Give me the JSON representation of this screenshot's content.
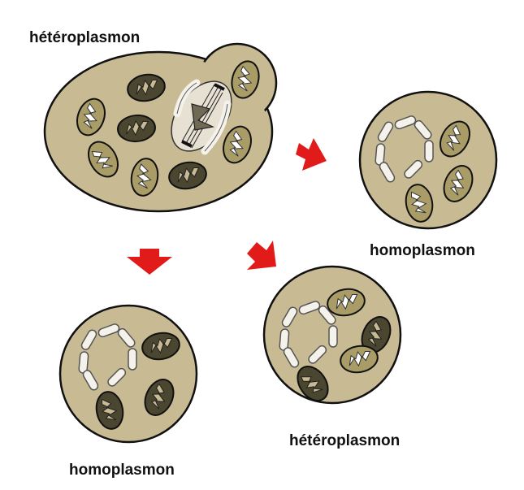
{
  "labels": {
    "parent_cell": "hétéroplasmon",
    "daughter_top_right": "homoplasmon",
    "daughter_bottom_left": "homoplasmon",
    "daughter_bottom_right": "hétéroplasmon"
  },
  "colors": {
    "cell_fill": "#c8bb94",
    "cell_stroke": "#111111",
    "mito_light": "#a99c67",
    "mito_dark": "#4a4630",
    "cristae": "#ffffff",
    "chromosome": "#f4f2ea",
    "arrow": "#e11a1a"
  }
}
